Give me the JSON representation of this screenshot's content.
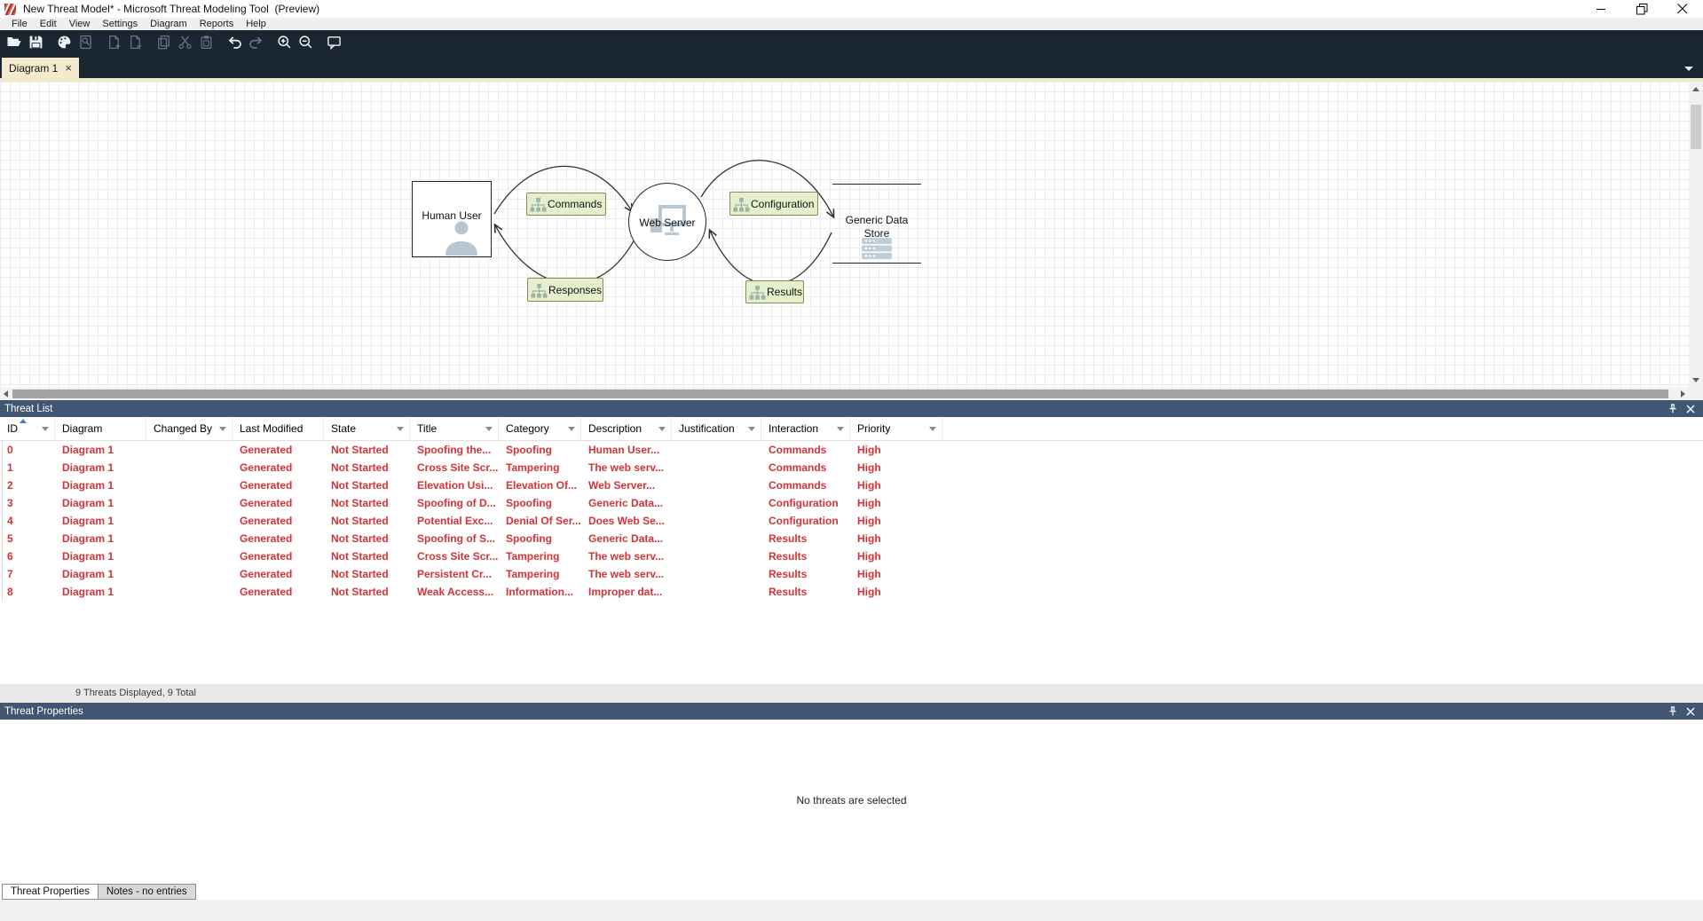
{
  "window": {
    "title": "New Threat Model* - Microsoft Threat Modeling Tool  (Preview)"
  },
  "menu": {
    "items": [
      "File",
      "Edit",
      "View",
      "Settings",
      "Diagram",
      "Reports",
      "Help"
    ]
  },
  "toolbar": {
    "icons": [
      {
        "name": "open-file",
        "enabled": true
      },
      {
        "name": "save",
        "enabled": true
      },
      {
        "name": "report-palette",
        "enabled": true
      },
      {
        "name": "search-document",
        "enabled": false
      },
      {
        "name": "add-diagram",
        "enabled": false
      },
      {
        "name": "remove-diagram",
        "enabled": false
      },
      {
        "name": "copy",
        "enabled": false
      },
      {
        "name": "cut",
        "enabled": false
      },
      {
        "name": "paste",
        "enabled": false
      },
      {
        "name": "undo",
        "enabled": true
      },
      {
        "name": "redo",
        "enabled": false
      },
      {
        "name": "zoom-in",
        "enabled": true
      },
      {
        "name": "zoom-out",
        "enabled": true
      },
      {
        "name": "feedback",
        "enabled": true
      }
    ]
  },
  "diagram_tab": {
    "label": "Diagram 1"
  },
  "diagram": {
    "nodes": {
      "human_user": "Human User",
      "web_server": "Web Server",
      "data_store": "Generic Data Store"
    },
    "flows": {
      "commands": "Commands",
      "responses": "Responses",
      "configuration": "Configuration",
      "results": "Results"
    }
  },
  "threat_list": {
    "title": "Threat List",
    "columns": [
      {
        "label": "ID",
        "filter": true,
        "sort": "asc"
      },
      {
        "label": "Diagram",
        "filter": false
      },
      {
        "label": "Changed By",
        "filter": true
      },
      {
        "label": "Last Modified",
        "filter": false
      },
      {
        "label": "State",
        "filter": true
      },
      {
        "label": "Title",
        "filter": true
      },
      {
        "label": "Category",
        "filter": true
      },
      {
        "label": "Description",
        "filter": true
      },
      {
        "label": "Justification",
        "filter": true
      },
      {
        "label": "Interaction",
        "filter": true
      },
      {
        "label": "Priority",
        "filter": true
      }
    ],
    "rows": [
      [
        "0",
        "Diagram 1",
        "",
        "Generated",
        "Not Started",
        "Spoofing the...",
        "Spoofing",
        "Human User...",
        "",
        "Commands",
        "High"
      ],
      [
        "1",
        "Diagram 1",
        "",
        "Generated",
        "Not Started",
        "Cross Site Scr...",
        "Tampering",
        "The web serv...",
        "",
        "Commands",
        "High"
      ],
      [
        "2",
        "Diagram 1",
        "",
        "Generated",
        "Not Started",
        "Elevation Usi...",
        "Elevation Of...",
        "Web Server...",
        "",
        "Commands",
        "High"
      ],
      [
        "3",
        "Diagram 1",
        "",
        "Generated",
        "Not Started",
        "Spoofing of D...",
        "Spoofing",
        "Generic Data...",
        "",
        "Configuration",
        "High"
      ],
      [
        "4",
        "Diagram 1",
        "",
        "Generated",
        "Not Started",
        "Potential Exc...",
        "Denial Of Ser...",
        "Does Web Se...",
        "",
        "Configuration",
        "High"
      ],
      [
        "5",
        "Diagram 1",
        "",
        "Generated",
        "Not Started",
        "Spoofing of S...",
        "Spoofing",
        "Generic Data...",
        "",
        "Results",
        "High"
      ],
      [
        "6",
        "Diagram 1",
        "",
        "Generated",
        "Not Started",
        "Cross Site Scr...",
        "Tampering",
        "The web serv...",
        "",
        "Results",
        "High"
      ],
      [
        "7",
        "Diagram 1",
        "",
        "Generated",
        "Not Started",
        "Persistent Cr...",
        "Tampering",
        "The web serv...",
        "",
        "Results",
        "High"
      ],
      [
        "8",
        "Diagram 1",
        "",
        "Generated",
        "Not Started",
        "Weak Access...",
        "Information...",
        "Improper dat...",
        "",
        "Results",
        "High"
      ]
    ],
    "status": "9 Threats Displayed, 9 Total"
  },
  "threat_properties": {
    "title": "Threat Properties",
    "empty_message": "No threats are selected"
  },
  "bottom_tabs": [
    {
      "label": "Threat Properties",
      "active": true
    },
    {
      "label": "Notes - no entries",
      "active": false
    }
  ],
  "colors": {
    "toolbar_dark": "#1a2733",
    "panel_header_blue": "#415672",
    "threat_text_red": "#d13438",
    "active_tab_cream": "#f4ebce",
    "flow_label_green": "#e6efcd"
  }
}
